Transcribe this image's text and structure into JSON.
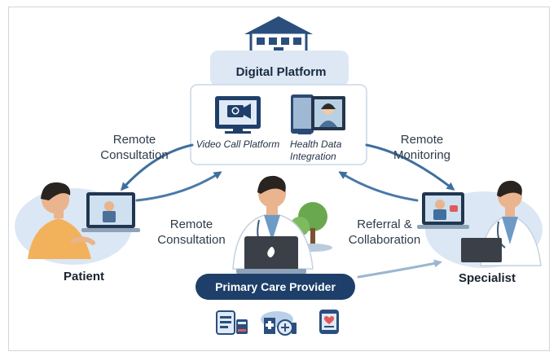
{
  "platform": {
    "title": "Digital Platform",
    "video_call_label": "Video Call Platform",
    "health_data_label": "Health Data Integration"
  },
  "labels": {
    "remote_consultation_top": "Remote Consultation",
    "remote_monitoring": "Remote Monitoring",
    "remote_consultation_center": "Remote Consultation",
    "referral_collaboration": "Referral & Collaboration"
  },
  "actors": {
    "patient": "Patient",
    "specialist": "Specialist",
    "primary_care_provider": "Primary Care Provider"
  },
  "icons": [
    "building-icon",
    "video-camera-icon",
    "tablet-profile-icon",
    "medical-record-icon",
    "hospital-cloud-icon",
    "medical-phone-icon"
  ],
  "colors": {
    "navy": "#1e3f69",
    "arrow_blue": "#4a79a8",
    "light_blue": "#dfeaf6"
  }
}
